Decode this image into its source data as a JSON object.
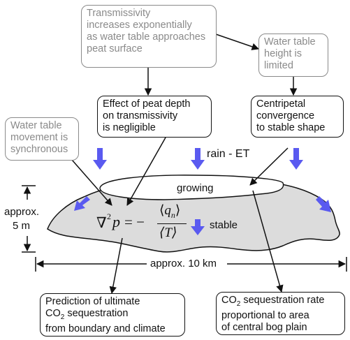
{
  "boxes": {
    "transmissivity": [
      "Transmissivity",
      "increases exponentially",
      "as water table approaches",
      "peat surface"
    ],
    "wt_limited": [
      "Water table",
      "height is",
      "limited"
    ],
    "peat_depth": [
      "Effect of peat depth",
      "on transmissivity",
      "is negligible"
    ],
    "centripetal": [
      "Centripetal",
      "convergence",
      "to stable shape"
    ],
    "synchronous": [
      "Water table",
      "movement is",
      "synchronous"
    ],
    "prediction": [
      "Prediction of ultimate",
      "CO",
      "2",
      " sequestration",
      "from boundary and climate"
    ],
    "co2_rate": [
      "CO",
      "2",
      " sequestration rate",
      "proportional to area",
      "of central bog plain"
    ]
  },
  "labels": {
    "rain": "rain - ET",
    "growing": "growing",
    "stable": "stable",
    "height": [
      "approx.",
      "5 m"
    ],
    "width": "approx. 10 km"
  },
  "equation": {
    "lhs_op": "∇",
    "lhs_exp": "2",
    "lhs_var": "p",
    "equals": "= −",
    "numerator_open": "⟨",
    "numerator_var": "q",
    "numerator_sub": "n",
    "numerator_close": "⟩",
    "denominator": "⟨T⟩"
  },
  "colors": {
    "arrow_blue": "#5a5af0",
    "bog_fill": "#dcdcdc",
    "gray_text": "#8a8a8a",
    "dark": "#111111"
  }
}
